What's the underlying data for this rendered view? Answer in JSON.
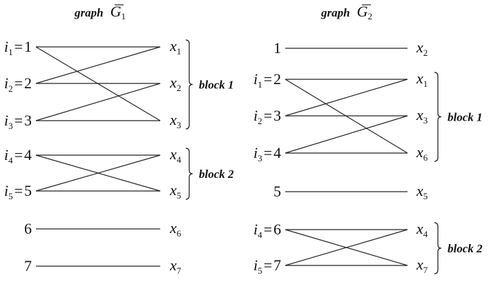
{
  "graphs": [
    {
      "title_word": "graph",
      "title_symbol": "G",
      "title_sub": "1",
      "left": [
        {
          "pre": "i",
          "pre_sub": "1",
          "eq": "=",
          "num": "1"
        },
        {
          "pre": "i",
          "pre_sub": "2",
          "eq": "=",
          "num": "2"
        },
        {
          "pre": "i",
          "pre_sub": "3",
          "eq": "=",
          "num": "3"
        },
        {
          "pre": "i",
          "pre_sub": "4",
          "eq": "=",
          "num": "4"
        },
        {
          "pre": "i",
          "pre_sub": "5",
          "eq": "=",
          "num": "5"
        },
        {
          "pre": "",
          "pre_sub": "",
          "eq": "",
          "num": "6"
        },
        {
          "pre": "",
          "pre_sub": "",
          "eq": "",
          "num": "7"
        }
      ],
      "right": [
        {
          "var": "x",
          "sub": "1"
        },
        {
          "var": "x",
          "sub": "2"
        },
        {
          "var": "x",
          "sub": "3"
        },
        {
          "var": "x",
          "sub": "4"
        },
        {
          "var": "x",
          "sub": "5"
        },
        {
          "var": "x",
          "sub": "6"
        },
        {
          "var": "x",
          "sub": "7"
        }
      ],
      "edges": [
        [
          0,
          0
        ],
        [
          0,
          2
        ],
        [
          1,
          0
        ],
        [
          1,
          1
        ],
        [
          2,
          1
        ],
        [
          2,
          2
        ],
        [
          3,
          3
        ],
        [
          3,
          4
        ],
        [
          4,
          3
        ],
        [
          4,
          4
        ],
        [
          5,
          5
        ],
        [
          6,
          6
        ]
      ],
      "blocks": [
        {
          "label": "block 1",
          "from": 0,
          "to": 2
        },
        {
          "label": "block 2",
          "from": 3,
          "to": 4
        }
      ]
    },
    {
      "title_word": "graph",
      "title_symbol": "G",
      "title_sub": "2",
      "left": [
        {
          "pre": "",
          "pre_sub": "",
          "eq": "",
          "num": "1"
        },
        {
          "pre": "i",
          "pre_sub": "1",
          "eq": "=",
          "num": "2"
        },
        {
          "pre": "i",
          "pre_sub": "2",
          "eq": "=",
          "num": "3"
        },
        {
          "pre": "i",
          "pre_sub": "3",
          "eq": "=",
          "num": "4"
        },
        {
          "pre": "",
          "pre_sub": "",
          "eq": "",
          "num": "5"
        },
        {
          "pre": "i",
          "pre_sub": "4",
          "eq": "=",
          "num": "6"
        },
        {
          "pre": "i",
          "pre_sub": "5",
          "eq": "=",
          "num": "7"
        }
      ],
      "right": [
        {
          "var": "x",
          "sub": "2"
        },
        {
          "var": "x",
          "sub": "1"
        },
        {
          "var": "x",
          "sub": "3"
        },
        {
          "var": "x",
          "sub": "6"
        },
        {
          "var": "x",
          "sub": "5"
        },
        {
          "var": "x",
          "sub": "4"
        },
        {
          "var": "x",
          "sub": "7"
        }
      ],
      "edges": [
        [
          0,
          0
        ],
        [
          1,
          1
        ],
        [
          1,
          3
        ],
        [
          2,
          1
        ],
        [
          2,
          2
        ],
        [
          3,
          2
        ],
        [
          3,
          3
        ],
        [
          4,
          4
        ],
        [
          5,
          5
        ],
        [
          5,
          6
        ],
        [
          6,
          5
        ],
        [
          6,
          6
        ]
      ],
      "blocks": [
        {
          "label": "block 1",
          "from": 1,
          "to": 3
        },
        {
          "label": "block 2",
          "from": 5,
          "to": 6
        }
      ]
    }
  ]
}
